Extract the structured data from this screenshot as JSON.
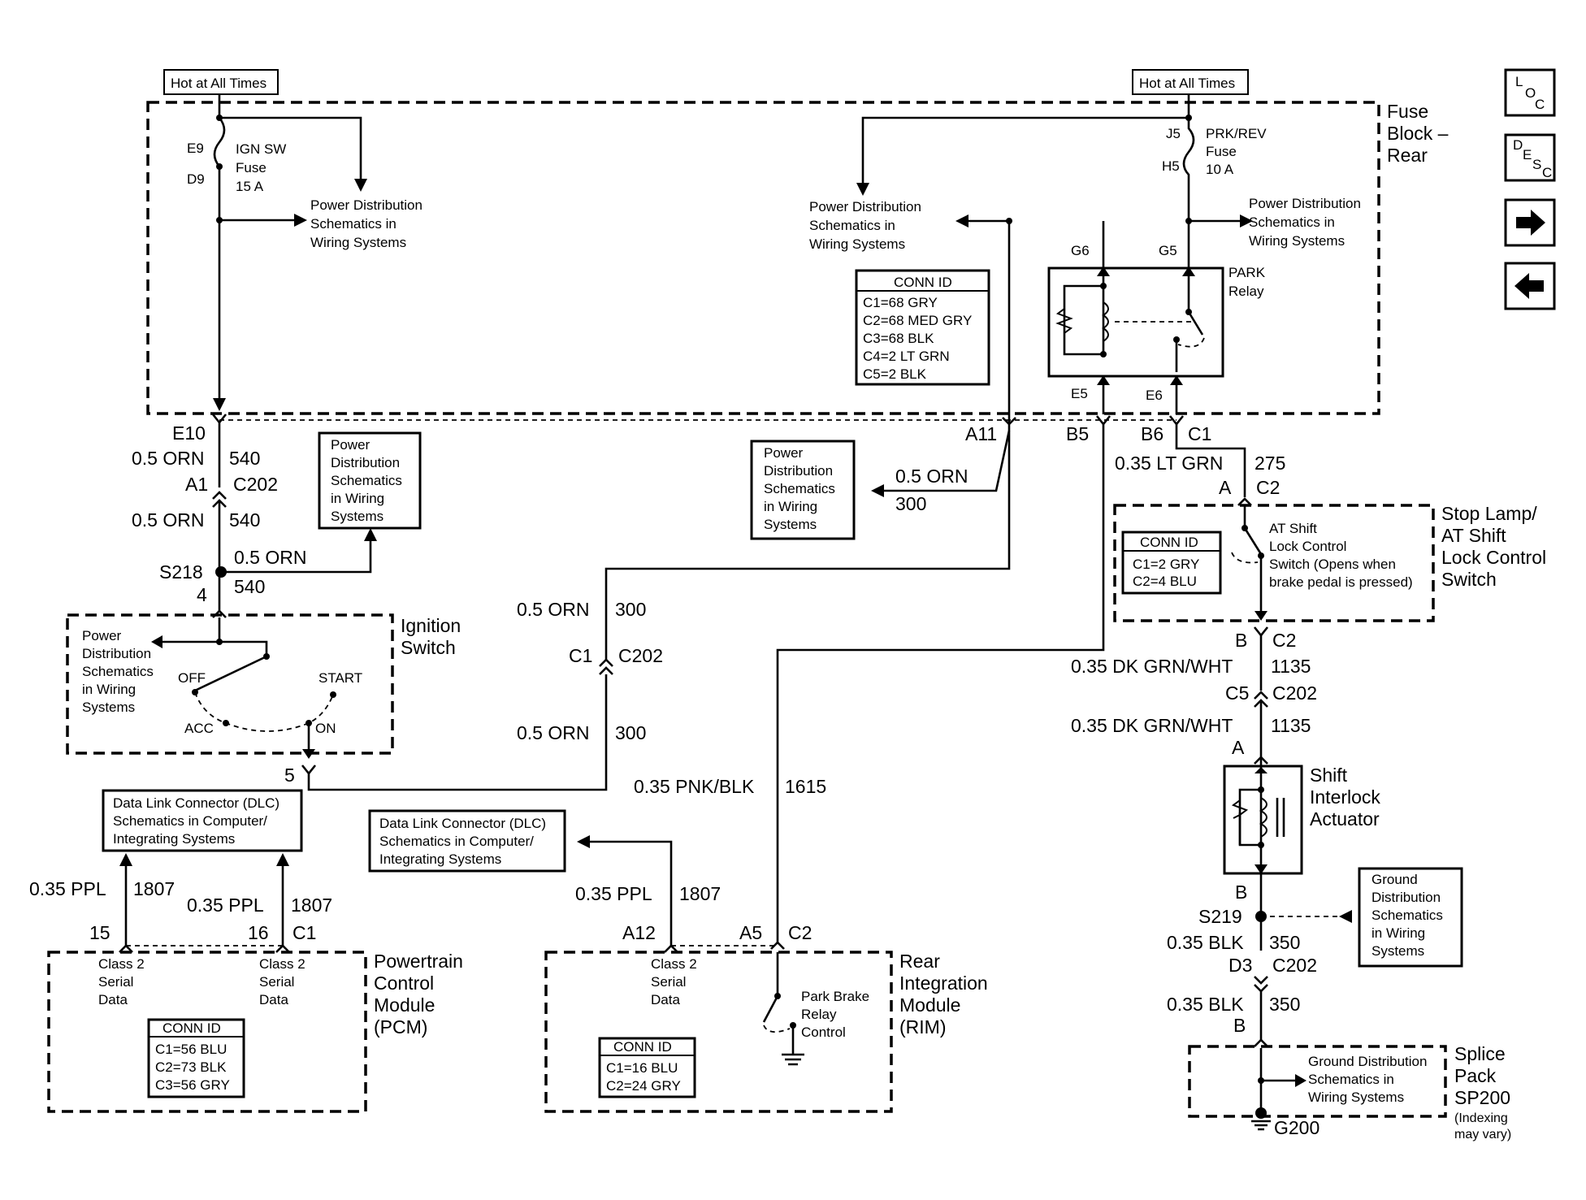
{
  "hot_labels": {
    "left": "Hot at All Times",
    "right": "Hot at All Times"
  },
  "fuse_block": {
    "title": [
      "Fuse",
      "Block –",
      "Rear"
    ]
  },
  "fuses": {
    "ign": {
      "top_pin": "E9",
      "bottom_pin": "D9",
      "label": [
        "IGN SW",
        "Fuse",
        "15 A"
      ]
    },
    "prk": {
      "top_pin": "J5",
      "bottom_pin": "H5",
      "label": [
        "PRK/REV",
        "Fuse",
        "10 A"
      ]
    }
  },
  "pds_text": [
    "Power Distribution",
    "Schematics in",
    "Wiring Systems"
  ],
  "pds_box_text": [
    "Power",
    "Distribution",
    "Schematics",
    "in Wiring",
    "Systems"
  ],
  "ign_pds_text": [
    "Power",
    "Distribution",
    "Schematics",
    "in Wiring",
    "Systems"
  ],
  "ground_text": [
    "Ground Distribution",
    "Schematics in",
    "Wiring Systems"
  ],
  "ground_box_text": [
    "Ground",
    "Distribution",
    "Schematics",
    "in Wiring",
    "Systems"
  ],
  "dlc_text": [
    "Data Link Connector (DLC)",
    "Schematics in Computer/",
    "Integrating Systems"
  ],
  "conn_id_fuse": {
    "title": "CONN ID",
    "rows": [
      "C1=68 GRY",
      "C2=68 MED GRY",
      "C3=68 BLK",
      "C4=2 LT GRN",
      "C5=2 BLK"
    ]
  },
  "conn_id_stop": {
    "title": "CONN ID",
    "rows": [
      "C1=2 GRY",
      "C2=4 BLU"
    ]
  },
  "conn_id_pcm": {
    "title": "CONN ID",
    "rows": [
      "C1=56 BLU",
      "C2=73 BLK",
      "C3=56 GRY"
    ]
  },
  "conn_id_rim": {
    "title": "CONN ID",
    "rows": [
      "C1=16 BLU",
      "C2=24 GRY"
    ]
  },
  "park_relay": {
    "label": [
      "PARK",
      "Relay"
    ],
    "pins": {
      "g6": "G6",
      "g5": "G5",
      "e5": "E5",
      "e6": "E6"
    }
  },
  "pins": {
    "e10": "E10",
    "a1": "A1",
    "c202": "C202",
    "s218": "S218",
    "four": "4",
    "five": "5",
    "a11": "A11",
    "b5": "B5",
    "b6": "B6",
    "c1": "C1",
    "a": "A",
    "c2": "C2",
    "b": "B",
    "c5": "C5",
    "s219": "S219",
    "d3": "D3",
    "g200": "G200",
    "fifteen": "15",
    "sixteen": "16",
    "a12": "A12",
    "a5": "A5"
  },
  "wires": {
    "orn540": "0.5 ORN",
    "n540": "540",
    "orn300": "0.5 ORN",
    "n300": "300",
    "ltgrn": "0.35 LT GRN",
    "n275": "275",
    "dkgrn": "0.35 DK GRN/WHT",
    "n1135": "1135",
    "pnkblk": "0.35 PNK/BLK",
    "n1615": "1615",
    "ppl": "0.35 PPL",
    "n1807": "1807",
    "blk": "0.35 BLK",
    "n350": "350"
  },
  "ignition_switch": {
    "title": [
      "Ignition",
      "Switch"
    ],
    "off": "OFF",
    "start": "START",
    "acc": "ACC",
    "on": "ON"
  },
  "stop_lamp": {
    "title": [
      "Stop Lamp/",
      "AT Shift",
      "Lock Control",
      "Switch"
    ],
    "switch_text": [
      "AT Shift",
      "Lock Control",
      "Switch (Opens when",
      "brake pedal is pressed)"
    ]
  },
  "shift_interlock": {
    "title": [
      "Shift",
      "Interlock",
      "Actuator"
    ]
  },
  "pcm": {
    "title": [
      "Powertrain",
      "Control",
      "Module",
      "(PCM)"
    ],
    "serial": [
      "Class 2",
      "Serial",
      "Data"
    ]
  },
  "rim": {
    "title": [
      "Rear",
      "Integration",
      "Module",
      "(RIM)"
    ],
    "serial": [
      "Class 2",
      "Serial",
      "Data"
    ],
    "relay_ctrl": [
      "Park Brake",
      "Relay",
      "Control"
    ]
  },
  "splice": {
    "title": [
      "Splice",
      "Pack",
      "SP200"
    ],
    "note": [
      "(Indexing",
      "may vary)"
    ]
  },
  "nav": {
    "loc": [
      "L",
      "O",
      "C"
    ],
    "desc": [
      "D",
      "E",
      "S",
      "C"
    ]
  }
}
